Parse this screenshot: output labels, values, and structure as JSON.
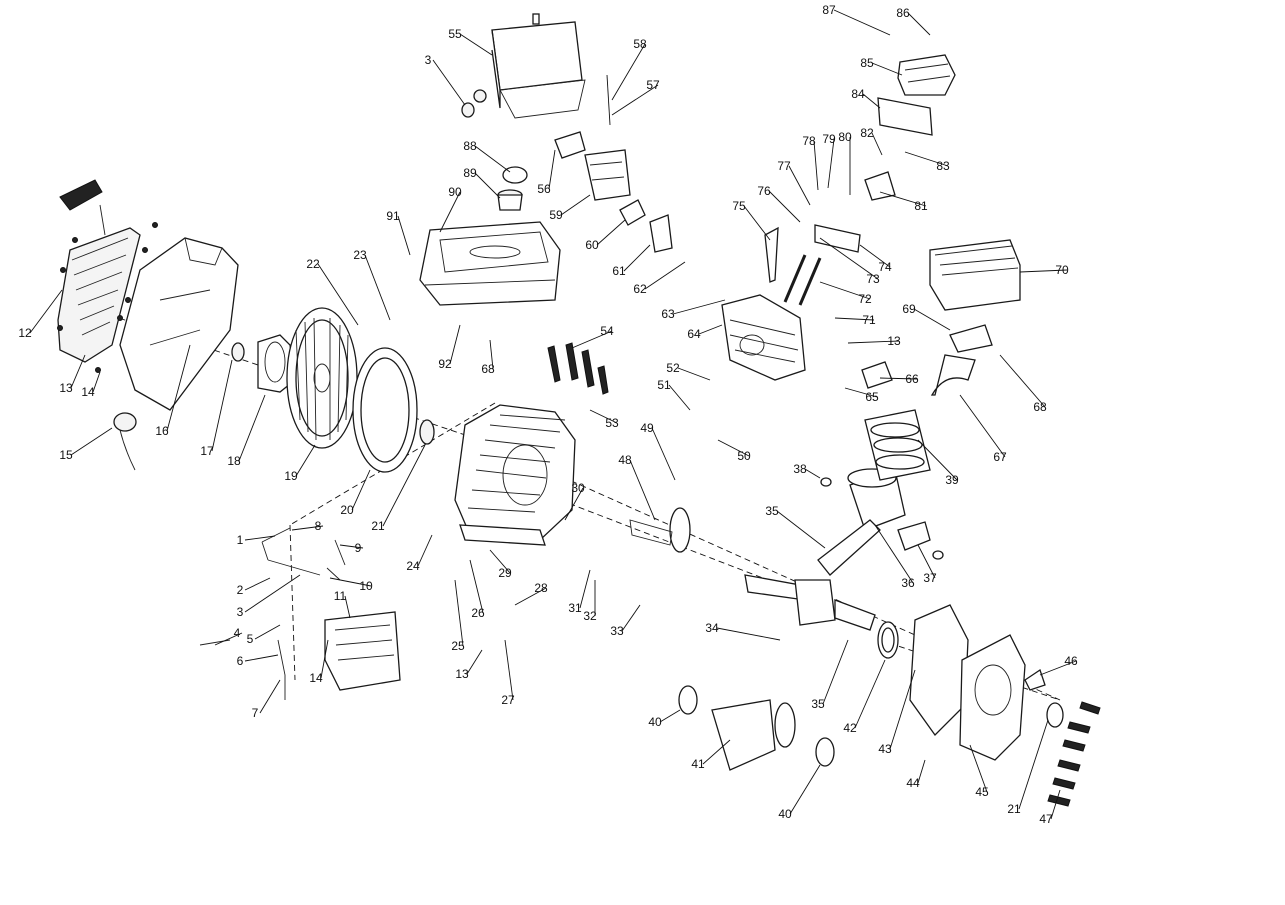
{
  "callouts": [
    "1",
    "2",
    "3",
    "3",
    "4",
    "5",
    "6",
    "7",
    "8",
    "9",
    "10",
    "11",
    "12",
    "13",
    "13",
    "13",
    "14",
    "14",
    "15",
    "16",
    "17",
    "18",
    "19",
    "20",
    "21",
    "21",
    "22",
    "23",
    "24",
    "25",
    "26",
    "27",
    "28",
    "29",
    "30",
    "31",
    "32",
    "33",
    "34",
    "35",
    "35",
    "36",
    "37",
    "38",
    "39",
    "40",
    "40",
    "41",
    "42",
    "43",
    "44",
    "45",
    "46",
    "47",
    "48",
    "49",
    "50",
    "51",
    "52",
    "53",
    "54",
    "55",
    "56",
    "57",
    "58",
    "59",
    "60",
    "61",
    "62",
    "63",
    "64",
    "65",
    "66",
    "67",
    "68",
    "68",
    "69",
    "70",
    "71",
    "72",
    "73",
    "74",
    "75",
    "76",
    "77",
    "78",
    "79",
    "80",
    "81",
    "82",
    "83",
    "84",
    "85",
    "86",
    "87",
    "88",
    "89",
    "90",
    "91",
    "92"
  ]
}
